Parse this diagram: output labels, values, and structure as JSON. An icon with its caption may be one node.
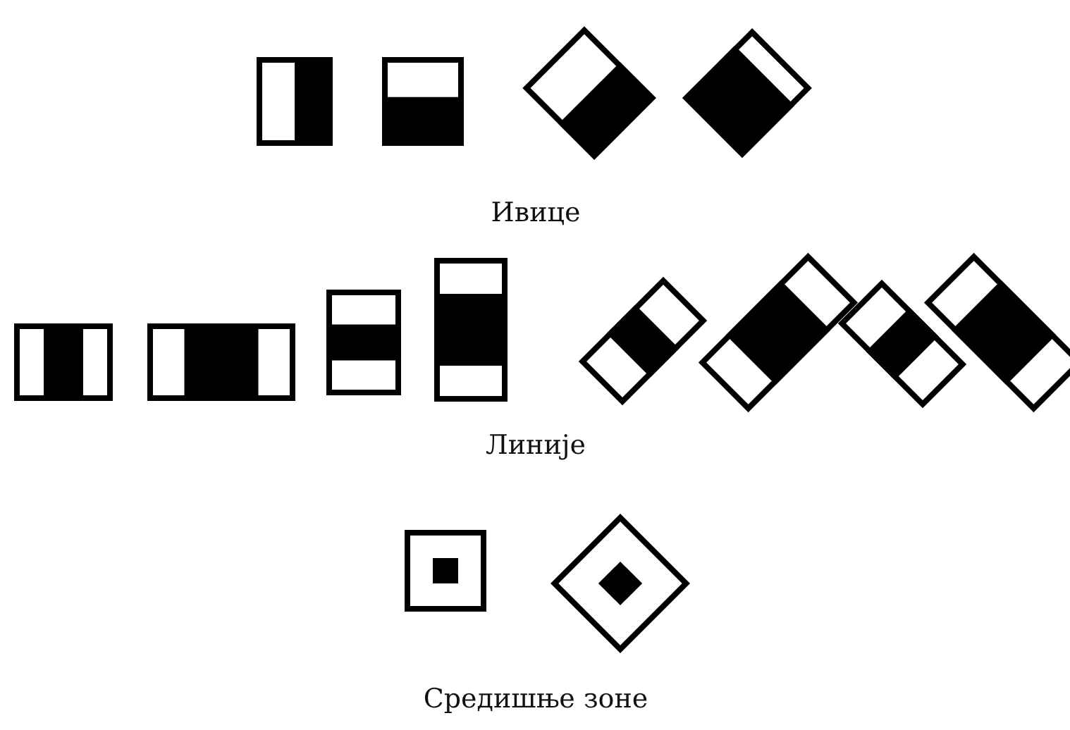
{
  "diagram": {
    "labels": [
      "Ивице",
      "Линије",
      "Средишње зоне"
    ]
  }
}
